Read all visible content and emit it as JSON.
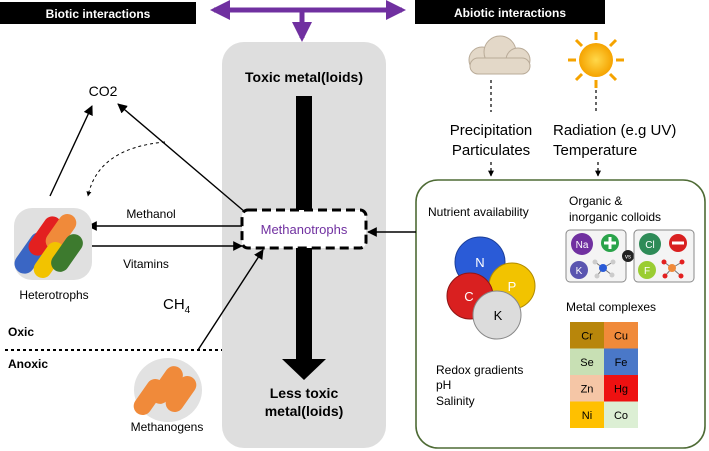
{
  "headers": {
    "biotic": "Biotic interactions",
    "abiotic": "Abiotic interactions"
  },
  "center": {
    "toxic": "Toxic metal(loids)",
    "methanotrophs": "Methanotrophs",
    "less_toxic_line1": "Less toxic",
    "less_toxic_line2": "metal(loids)"
  },
  "biotic": {
    "co2": "CO2",
    "methanol": "Methanol",
    "vitamins": "Vitamins",
    "heterotrophs": "Heterotrophs",
    "ch4_base": "CH",
    "ch4_sub": "4",
    "oxic": "Oxic",
    "anoxic": "Anoxic",
    "methanogens": "Methanogens"
  },
  "abiotic": {
    "precipitation": "Precipitation",
    "particulates": "Particulates",
    "radiation": "Radiation (e.g UV)",
    "temperature": "Temperature",
    "nutrient_availability": "Nutrient availability",
    "colloids_line1": "Organic &",
    "colloids_line2": "inorganic colloids",
    "metal_complexes": "Metal complexes",
    "redox": "Redox gradients",
    "ph": "pH",
    "salinity": "Salinity"
  },
  "nutrients": [
    {
      "label": "N",
      "color": "#2a5bd7"
    },
    {
      "label": "P",
      "color": "#f2c300"
    },
    {
      "label": "C",
      "color": "#d92020"
    },
    {
      "label": "K",
      "color": "#dcdcdc"
    }
  ],
  "ions": {
    "na": "Na",
    "k": "K",
    "vs": "vs",
    "cl": "Cl",
    "f": "F"
  },
  "metals": [
    {
      "label": "Cr",
      "color": "#b8860b"
    },
    {
      "label": "Cu",
      "color": "#f08a3a"
    },
    {
      "label": "Se",
      "color": "#c8e0b4"
    },
    {
      "label": "Fe",
      "color": "#4a78c8"
    },
    {
      "label": "Zn",
      "color": "#f5c6a6"
    },
    {
      "label": "Hg",
      "color": "#ee1111"
    },
    {
      "label": "Ni",
      "color": "#ffc000"
    },
    {
      "label": "Co",
      "color": "#dcefd4"
    }
  ],
  "colors": {
    "purple": "#7030a0",
    "center_box": "#dedede",
    "abiotic_border": "#4e6b35",
    "header_bg": "#000000"
  }
}
